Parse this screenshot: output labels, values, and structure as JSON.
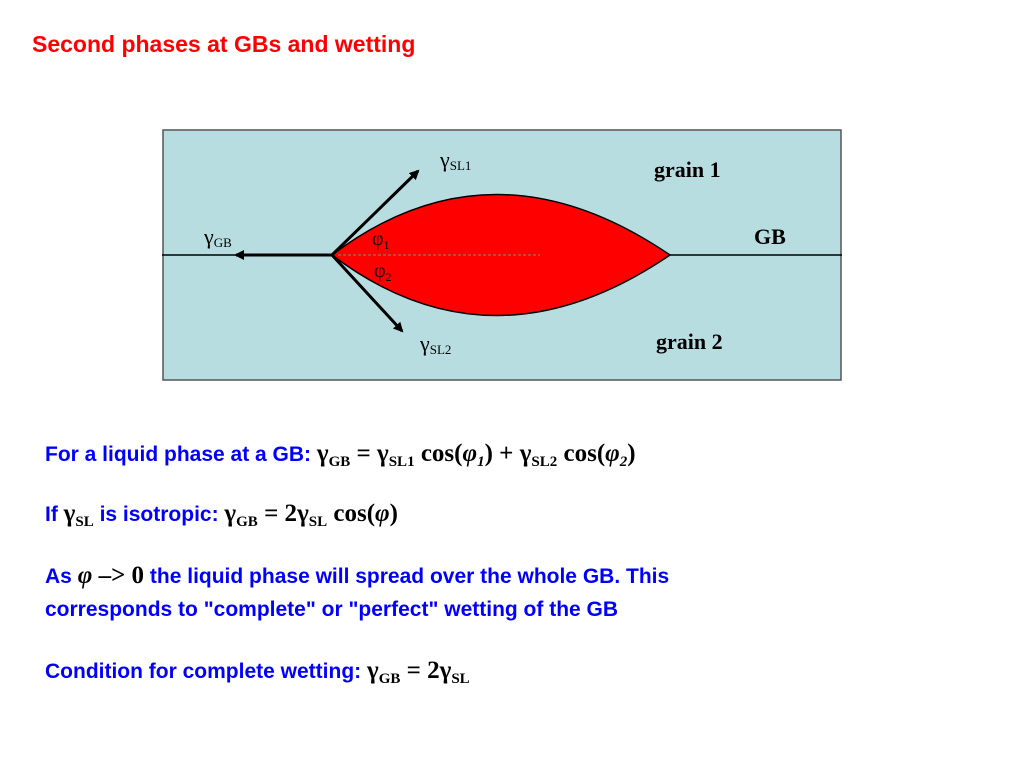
{
  "title": "Second phases at GBs and wetting",
  "diagram": {
    "labels": {
      "gamma_sl1": "γ",
      "gamma_sl1_sub": "SL1",
      "gamma_sl2": "γ",
      "gamma_sl2_sub": "SL2",
      "gamma_gb": "γ",
      "gamma_gb_sub": "GB",
      "phi1": "φ",
      "phi1_sub": "1",
      "phi2": "φ",
      "phi2_sub": "2",
      "grain1": "grain 1",
      "grain2": "grain 2",
      "gb": "GB"
    },
    "colors": {
      "background": "#b8dde0",
      "liquid": "#ff0000",
      "lines": "#000000"
    }
  },
  "lines": {
    "line1_text": "For a liquid phase at a GB: ",
    "line1_g1": "γ",
    "line1_g1_sub": "GB",
    "line1_eq": " = ",
    "line1_g2": "γ",
    "line1_g2_sub": "SL1",
    "line1_cos1": " cos(",
    "line1_phi1": "φ",
    "line1_phi1_sub": "1",
    "line1_plus": ") + ",
    "line1_g3": "γ",
    "line1_g3_sub": "SL2",
    "line1_cos2": " cos(",
    "line1_phi2": "φ",
    "line1_phi2_sub": "2",
    "line1_close": ")",
    "line2_if": "If ",
    "line2_g": "γ",
    "line2_g_sub": "SL",
    "line2_text": " is isotropic: ",
    "line2_g2": "γ",
    "line2_g2_sub": "GB",
    "line2_eq": " = 2",
    "line2_g3": "γ",
    "line2_g3_sub": "SL",
    "line2_cos": " cos(",
    "line2_phi": "φ",
    "line2_close": ")",
    "line3_as": "As ",
    "line3_phi": "φ",
    "line3_arrow": " –> 0",
    "line3_text": " the liquid phase will spread over the whole GB.  This",
    "line3b_text": "corresponds to \"complete\" or \"perfect\" wetting of the GB",
    "line4_text": "Condition for complete wetting: ",
    "line4_g1": "γ",
    "line4_g1_sub": "GB",
    "line4_eq": " = 2",
    "line4_g2": "γ",
    "line4_g2_sub": "SL"
  }
}
